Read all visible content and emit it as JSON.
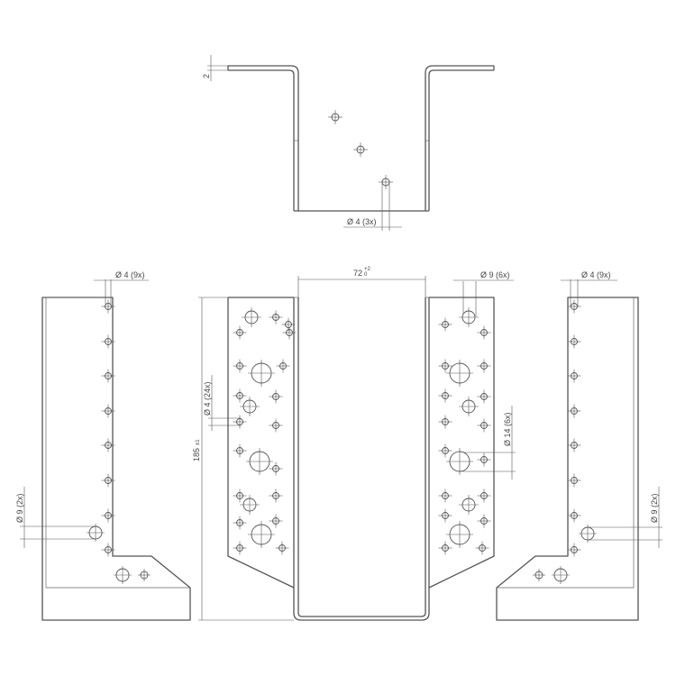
{
  "dimensions": {
    "thickness": "2",
    "top_holes": "Ø 4 (3x)",
    "left_holes": "Ø 4 (9x)",
    "left_big_holes": "Ø 9 (2x)",
    "inner_width": "72",
    "inner_width_tol_upper": "+2",
    "inner_width_tol_lower": "0",
    "height": "185",
    "height_tol": "±1",
    "front_small_holes": "Ø 4 (24x)",
    "front_mid_holes": "Ø 9 (6x)",
    "front_big_holes": "Ø 14 (6x)",
    "right_holes": "Ø 4 (9x)",
    "right_big_holes": "Ø 9 (2x)"
  },
  "colors": {
    "line": "#555555",
    "background": "#ffffff"
  }
}
